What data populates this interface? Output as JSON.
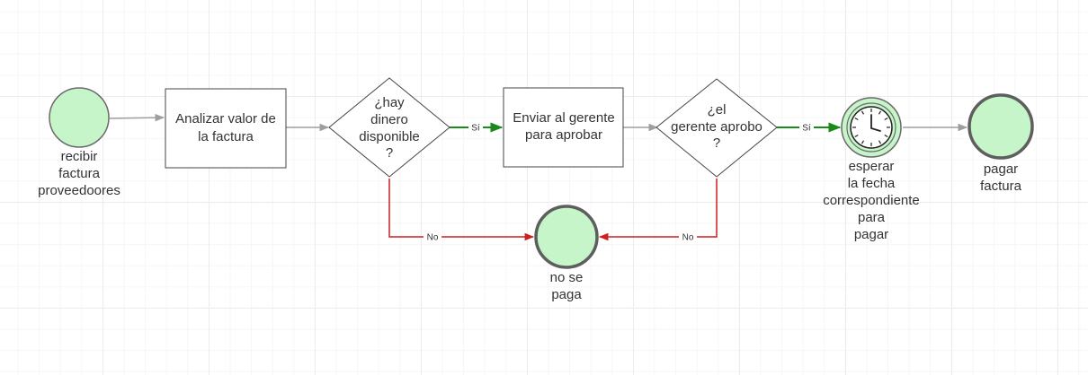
{
  "colors": {
    "event_fill": "#c6f5c9",
    "event_stroke": "#6a6a6a",
    "end_stroke": "#5e5e5e",
    "box_stroke": "#444444",
    "plain_line": "#9e9e9e",
    "yes_line": "#1a8a1a",
    "no_line": "#cc1f1f",
    "text": "#333333"
  },
  "nodes": {
    "start": {
      "icon": "start-event-circle",
      "label": [
        "recibir",
        "factura",
        "proveedoores"
      ]
    },
    "analyze": {
      "label": [
        "Analizar valor de",
        "la factura"
      ]
    },
    "money_gateway": {
      "label": [
        "¿hay",
        "dinero",
        "disponible",
        "?"
      ]
    },
    "send_manager": {
      "label": [
        "Enviar al gerente",
        "para aprobar"
      ]
    },
    "approve_gateway": {
      "label": [
        "¿el",
        "gerente aprobo",
        "?"
      ]
    },
    "wait_timer": {
      "icon": "clock-icon",
      "label": [
        "esperar",
        "la fecha",
        "correspondiente",
        "para",
        "pagar"
      ]
    },
    "pay_end": {
      "icon": "end-event-circle",
      "label": [
        "pagar",
        "factura"
      ]
    },
    "no_pay_end": {
      "icon": "end-event-circle",
      "label": [
        "no se",
        "paga"
      ]
    }
  },
  "edges": {
    "money_yes": "Sí",
    "approve_yes": "Sí",
    "money_no": "No",
    "approve_no": "No"
  }
}
